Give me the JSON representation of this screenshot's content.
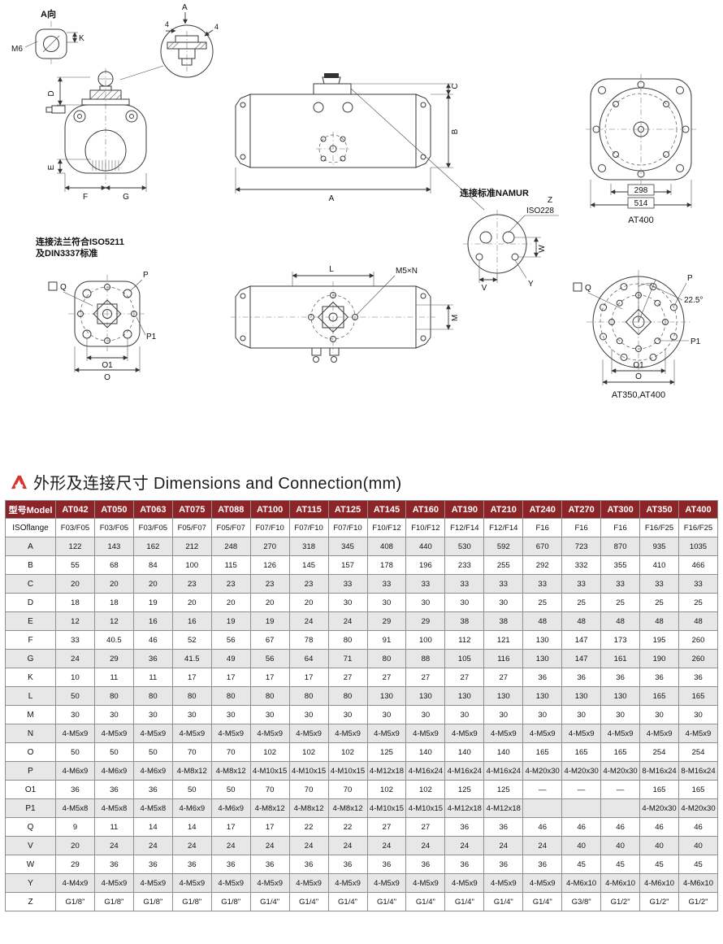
{
  "colors": {
    "table_header_bg": "#8c2428",
    "logo_red": "#d8342a"
  },
  "section": {
    "title": "外形及连接尺寸 Dimensions and Connection(mm)"
  },
  "drawing": {
    "a_view": "A向",
    "m6": "M6",
    "k": "K",
    "a_arrow": "A",
    "four": "4",
    "d": "D",
    "e": "E",
    "f": "F",
    "g": "G",
    "a": "A",
    "b": "B",
    "c": "C",
    "namur_note": "连接标准NAMUR",
    "iso228": "ISO228",
    "z": "Z",
    "w": "W",
    "v": "V",
    "y": "Y",
    "dim298": "298",
    "dim514": "514",
    "at400": "AT400",
    "iso5211_note_line1": "连接法兰符合ISO5211",
    "iso5211_note_line2": "及DIN3337标准",
    "p": "P",
    "q": "Q",
    "p1": "P1",
    "o1": "O1",
    "o": "O",
    "l": "L",
    "m5n": "M5×N",
    "m": "M",
    "angle": "22.5°",
    "at350_at400": "AT350,AT400"
  },
  "table": {
    "header_label": "型号Model",
    "models": [
      "AT042",
      "AT050",
      "AT063",
      "AT075",
      "AT088",
      "AT100",
      "AT115",
      "AT125",
      "AT145",
      "AT160",
      "AT190",
      "AT210",
      "AT240",
      "AT270",
      "AT300",
      "AT350",
      "AT400"
    ],
    "rows": [
      {
        "label": "ISOflange",
        "values": [
          "F03/F05",
          "F03/F05",
          "F03/F05",
          "F05/F07",
          "F05/F07",
          "F07/F10",
          "F07/F10",
          "F07/F10",
          "F10/F12",
          "F10/F12",
          "F12/F14",
          "F12/F14",
          "F16",
          "F16",
          "F16",
          "F16/F25",
          "F16/F25"
        ]
      },
      {
        "label": "A",
        "values": [
          122,
          143,
          162,
          212,
          248,
          270,
          318,
          345,
          408,
          440,
          530,
          592,
          670,
          723,
          870,
          935,
          1035
        ]
      },
      {
        "label": "B",
        "values": [
          55,
          68,
          84,
          100,
          115,
          126,
          145,
          157,
          178,
          196,
          233,
          255,
          292,
          332,
          355,
          410,
          466
        ]
      },
      {
        "label": "C",
        "values": [
          20,
          20,
          20,
          23,
          23,
          23,
          23,
          33,
          33,
          33,
          33,
          33,
          33,
          33,
          33,
          33,
          33
        ]
      },
      {
        "label": "D",
        "values": [
          18,
          18,
          19,
          20,
          20,
          20,
          20,
          30,
          30,
          30,
          30,
          30,
          25,
          25,
          25,
          25,
          25
        ]
      },
      {
        "label": "E",
        "values": [
          12,
          12,
          16,
          16,
          19,
          19,
          24,
          24,
          29,
          29,
          38,
          38,
          48,
          48,
          48,
          48,
          48
        ]
      },
      {
        "label": "F",
        "values": [
          33,
          40.5,
          46,
          52,
          56,
          67,
          78,
          80,
          91,
          100,
          112,
          121,
          130,
          147,
          173,
          195,
          260
        ]
      },
      {
        "label": "G",
        "values": [
          24,
          29,
          36,
          41.5,
          49,
          56,
          64,
          71,
          80,
          88,
          105,
          116,
          130,
          147,
          161,
          190,
          260
        ]
      },
      {
        "label": "K",
        "values": [
          10,
          11,
          11,
          17,
          17,
          17,
          17,
          27,
          27,
          27,
          27,
          27,
          36,
          36,
          36,
          36,
          36
        ]
      },
      {
        "label": "L",
        "values": [
          50,
          80,
          80,
          80,
          80,
          80,
          80,
          80,
          130,
          130,
          130,
          130,
          130,
          130,
          130,
          165,
          165
        ]
      },
      {
        "label": "M",
        "values": [
          30,
          30,
          30,
          30,
          30,
          30,
          30,
          30,
          30,
          30,
          30,
          30,
          30,
          30,
          30,
          30,
          30
        ]
      },
      {
        "label": "N",
        "values": [
          "4-M5x9",
          "4-M5x9",
          "4-M5x9",
          "4-M5x9",
          "4-M5x9",
          "4-M5x9",
          "4-M5x9",
          "4-M5x9",
          "4-M5x9",
          "4-M5x9",
          "4-M5x9",
          "4-M5x9",
          "4-M5x9",
          "4-M5x9",
          "4-M5x9",
          "4-M5x9",
          "4-M5x9"
        ]
      },
      {
        "label": "O",
        "values": [
          50,
          50,
          50,
          70,
          70,
          102,
          102,
          102,
          125,
          140,
          140,
          140,
          165,
          165,
          165,
          254,
          254
        ]
      },
      {
        "label": "P",
        "values": [
          "4-M6x9",
          "4-M6x9",
          "4-M6x9",
          "4-M8x12",
          "4-M8x12",
          "4-M10x15",
          "4-M10x15",
          "4-M10x15",
          "4-M12x18",
          "4-M16x24",
          "4-M16x24",
          "4-M16x24",
          "4-M20x30",
          "4-M20x30",
          "4-M20x30",
          "8-M16x24",
          "8-M16x24"
        ]
      },
      {
        "label": "O1",
        "values": [
          36,
          36,
          36,
          50,
          50,
          70,
          70,
          70,
          102,
          102,
          125,
          125,
          "—",
          "—",
          "—",
          165,
          165
        ]
      },
      {
        "label": "P1",
        "values": [
          "4-M5x8",
          "4-M5x8",
          "4-M5x8",
          "4-M6x9",
          "4-M6x9",
          "4-M8x12",
          "4-M8x12",
          "4-M8x12",
          "4-M10x15",
          "4-M10x15",
          "4-M12x18",
          "4-M12x18",
          "",
          "",
          "",
          "4-M20x30",
          "4-M20x30"
        ]
      },
      {
        "label": "Q",
        "values": [
          9,
          11,
          14,
          14,
          17,
          17,
          22,
          22,
          27,
          27,
          36,
          36,
          46,
          46,
          46,
          46,
          46
        ]
      },
      {
        "label": "V",
        "values": [
          20,
          24,
          24,
          24,
          24,
          24,
          24,
          24,
          24,
          24,
          24,
          24,
          24,
          40,
          40,
          40,
          40
        ]
      },
      {
        "label": "W",
        "values": [
          29,
          36,
          36,
          36,
          36,
          36,
          36,
          36,
          36,
          36,
          36,
          36,
          36,
          45,
          45,
          45,
          45
        ]
      },
      {
        "label": "Y",
        "values": [
          "4-M4x9",
          "4-M5x9",
          "4-M5x9",
          "4-M5x9",
          "4-M5x9",
          "4-M5x9",
          "4-M5x9",
          "4-M5x9",
          "4-M5x9",
          "4-M5x9",
          "4-M5x9",
          "4-M5x9",
          "4-M5x9",
          "4-M6x10",
          "4-M6x10",
          "4-M6x10",
          "4-M6x10"
        ]
      },
      {
        "label": "Z",
        "values": [
          "G1/8\"",
          "G1/8\"",
          "G1/8\"",
          "G1/8\"",
          "G1/8\"",
          "G1/4\"",
          "G1/4\"",
          "G1/4\"",
          "G1/4\"",
          "G1/4\"",
          "G1/4\"",
          "G1/4\"",
          "G1/4\"",
          "G3/8\"",
          "G1/2\"",
          "G1/2\"",
          "G1/2\""
        ]
      }
    ]
  }
}
